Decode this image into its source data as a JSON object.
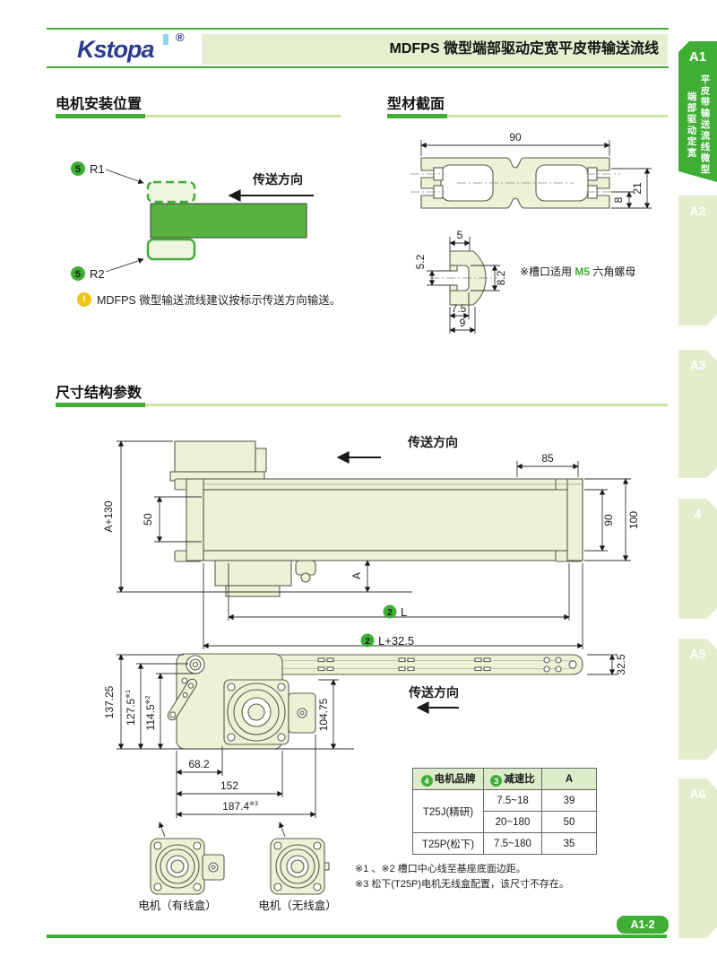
{
  "header": {
    "logo": "Kstopa",
    "reg": "®",
    "title": "MDFPS 微型端部驱动定宽平皮带输送流线"
  },
  "sidebar": {
    "tabs": [
      {
        "label": "A1",
        "sub_right": "平皮带输送流线",
        "sub_left": "微型端部驱动定宽"
      },
      {
        "label": "A2"
      },
      {
        "label": "A3"
      },
      {
        "label": "4"
      },
      {
        "label": "A5"
      },
      {
        "label": "A6"
      }
    ]
  },
  "motor_section": {
    "title": "电机安装位置",
    "r1_badge": "5",
    "r1_label": "R1",
    "r2_badge": "5",
    "r2_label": "R2",
    "direction": "传送方向",
    "note_icon": "!",
    "note": "MDFPS 微型输送流线建议按标示传送方向输送。"
  },
  "profile_section": {
    "title": "型材截面",
    "dim_width": "90",
    "dim_h21": "21",
    "dim_h8": "8",
    "dim_s5": "5",
    "dim_s52": "5.2",
    "dim_s82": "8.2",
    "dim_s75": "7.5",
    "dim_s9": "9",
    "note_prefix": "※槽口适用 ",
    "note_m5": "M5",
    "note_suffix": " 六角螺母"
  },
  "dims_section": {
    "title": "尺寸结构参数",
    "side": {
      "direction": "传送方向",
      "d85": "85",
      "a130": "A+130",
      "d50": "50",
      "d90": "90",
      "d100": "100",
      "dA": "A",
      "badge2": "2",
      "L": "L",
      "L325": "L+32.5"
    },
    "top": {
      "direction": "传送方向",
      "d13725": "137.25",
      "d1275": "127.5",
      "sup1": "※1",
      "d1145": "114.5",
      "sup2": "※2",
      "d325": "32.5",
      "d10475": "104.75",
      "d682": "68.2",
      "d152": "152",
      "d1874": "187.4",
      "sup3": "※3"
    }
  },
  "table": {
    "headers": [
      {
        "badge": "4",
        "label": "电机品牌"
      },
      {
        "badge": "3",
        "label": "减速比"
      },
      {
        "badge": "",
        "label": "A"
      }
    ],
    "rows": [
      {
        "brand": "T25J(精研)",
        "ratio": "7.5~18",
        "a": "39"
      },
      {
        "brand": "",
        "ratio": "20~180",
        "a": "50"
      },
      {
        "brand": "T25P(松下)",
        "ratio": "7.5~180",
        "a": "35"
      }
    ]
  },
  "notes": {
    "line1": "※1 、※2 槽口中心线至基座底面边距。",
    "line2": "※3 松下(T25P)电机无线盒配置，该尺寸不存在。"
  },
  "motors": {
    "with_box": "电机（有线盒）",
    "without_box": "电机（无线盒）"
  },
  "footer": {
    "page": "A1-2"
  },
  "colors": {
    "green": "#3fae35",
    "light_green": "#e3efce",
    "diagram_green": "#57b33e",
    "yellow": "#f2c218",
    "logo_blue": "#2a3a8c",
    "logo_accent": "#8fd4ee"
  }
}
